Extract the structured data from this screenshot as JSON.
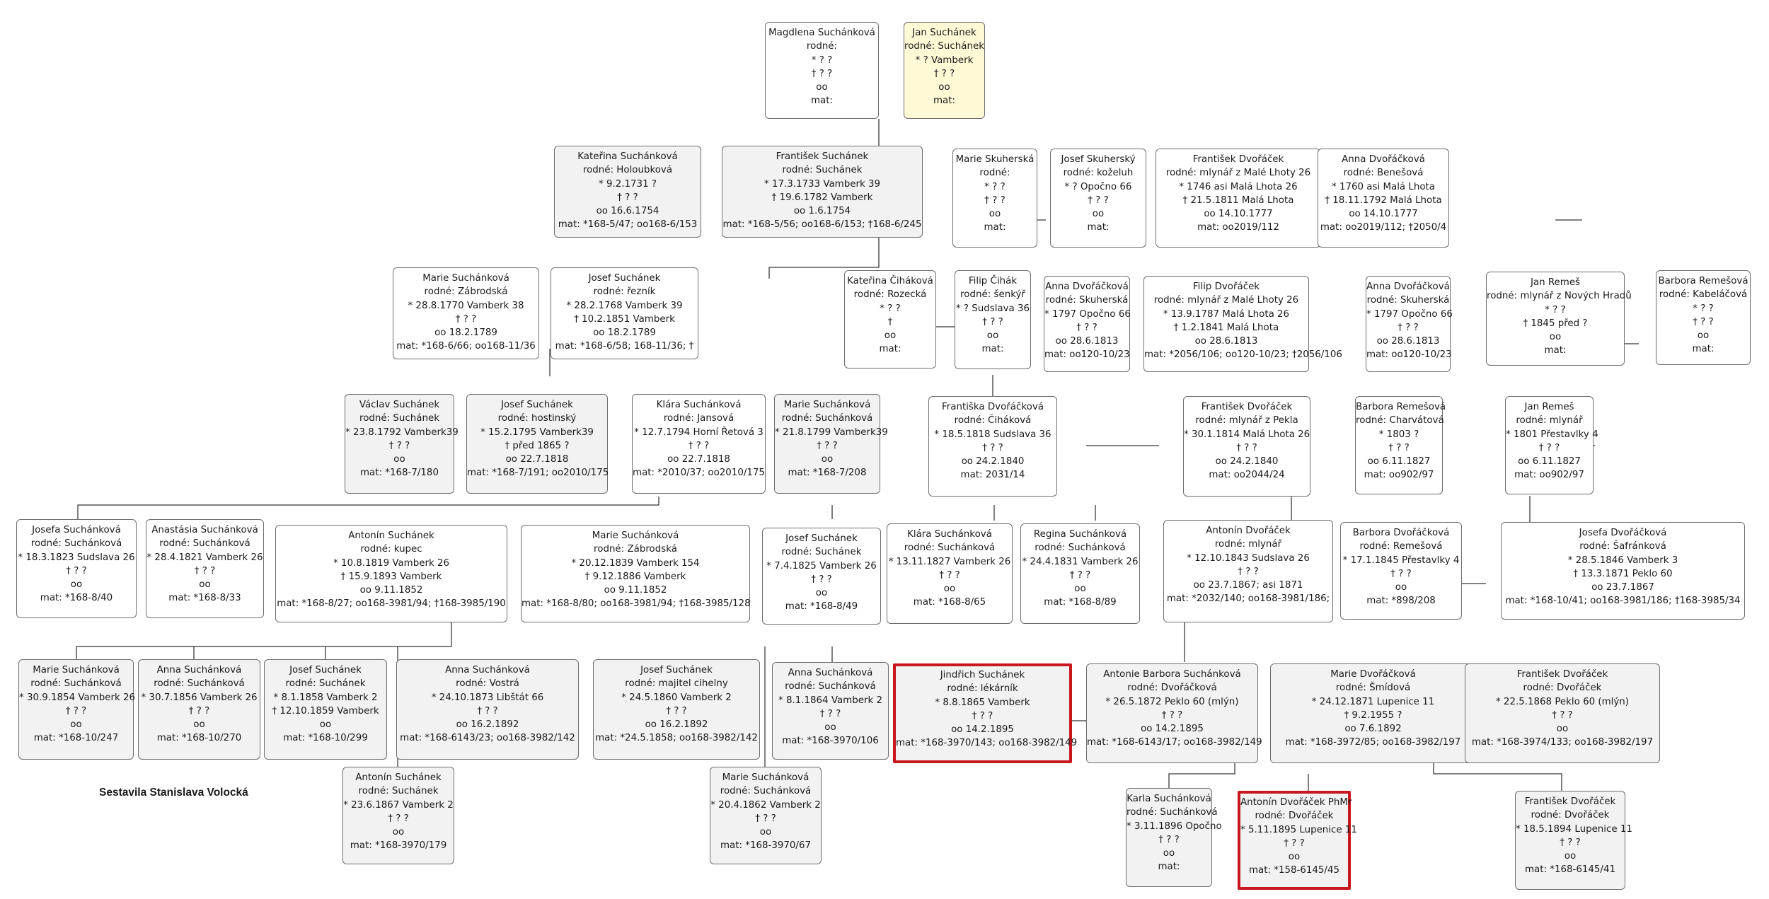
{
  "credit": "Sestavila Stanislava Volocká",
  "colors": {
    "box_grey": "#f2f2f2",
    "box_yellow": "#fff9d6",
    "box_white": "#ffffff",
    "highlight_border": "#c8171e",
    "line": "#000000"
  },
  "people": [
    {
      "id": "magdalena",
      "tint": "white",
      "lines": [
        "Magdlena Suchánková",
        "rodné:",
        "* ? ?",
        "† ? ?",
        "oo",
        "mat:"
      ]
    },
    {
      "id": "jan-suchanek",
      "tint": "yellow",
      "lines": [
        "Jan Suchánek",
        "rodné: Suchánek",
        "* ? Vamberk",
        "† ? ?",
        "oo",
        "mat:"
      ]
    },
    {
      "id": "katerina-sk",
      "tint": "grey",
      "lines": [
        "Kateřina Suchánková",
        "rodné: Holoubková",
        "* 9.2.1731 ?",
        "† ? ?",
        "oo 16.6.1754",
        "mat: *168-5/47; oo168-6/153"
      ]
    },
    {
      "id": "frantisek-s",
      "tint": "grey",
      "lines": [
        "František Suchánek",
        "rodné: Suchánek",
        "* 17.3.1733 Vamberk 39",
        "† 19.6.1782 Vamberk",
        "oo 1.6.1754",
        "mat: *168-5/56; oo168-6/153; †168-6/245"
      ]
    },
    {
      "id": "marie-skuherska",
      "tint": "white",
      "lines": [
        "Marie Skuherská",
        "rodné:",
        "* ? ?",
        "† ? ?",
        "oo",
        "mat:"
      ]
    },
    {
      "id": "josef-skuhersky",
      "tint": "white",
      "lines": [
        "Josef Skuherský",
        "rodné: koželuh",
        "* ? Opočno 66",
        "† ? ?",
        "oo",
        "mat:"
      ]
    },
    {
      "id": "frantisek-dv-1746",
      "tint": "white",
      "lines": [
        "František Dvořáček",
        "rodné: mlynář z Malé Lhoty 26",
        "* 1746 asi Malá Lhota 26",
        "† 21.5.1811 Malá Lhota",
        "oo 14.10.1777",
        "mat: oo2019/112"
      ]
    },
    {
      "id": "anna-dv-1760",
      "tint": "white",
      "lines": [
        "Anna Dvořáčková",
        "rodné: Benešová",
        "* 1760 asi Malá Lhota",
        "† 18.11.1792 Malá Lhota",
        "oo 14.10.1777",
        "mat: oo2019/112; †2050/4"
      ]
    },
    {
      "id": "marie-sk-1770",
      "tint": "white",
      "lines": [
        "Marie Suchánková",
        "rodné: Zábrodská",
        "* 28.8.1770 Vamberk 38",
        "† ? ?",
        "oo 18.2.1789",
        "mat: *168-6/66; oo168-11/36"
      ]
    },
    {
      "id": "josef-s-1768",
      "tint": "white",
      "lines": [
        "Josef Suchánek",
        "rodné: řezník",
        "* 28.2.1768 Vamberk 39",
        "† 10.2.1851 Vamberk",
        "oo 18.2.1789",
        "mat: *168-6/58; 168-11/36; †"
      ]
    },
    {
      "id": "katerina-cihakova",
      "tint": "white",
      "lines": [
        "Kateřina Čiháková",
        "rodné: Rozecká",
        "* ? ?",
        "†",
        "oo",
        "mat:"
      ]
    },
    {
      "id": "filip-cihak",
      "tint": "white",
      "lines": [
        "Filip Čihák",
        "rodné: šenkýř",
        "* ? Sudslava 36",
        "† ? ?",
        "oo",
        "mat:"
      ]
    },
    {
      "id": "anna-dv-skuherska-a",
      "tint": "white",
      "lines": [
        "Anna Dvořáčková",
        "rodné: Skuherská",
        "* 1797 Opočno 66",
        "† ? ?",
        "oo 28.6.1813",
        "mat: oo120-10/23"
      ]
    },
    {
      "id": "filip-dv",
      "tint": "white",
      "lines": [
        "Filip Dvořáček",
        "rodné: mlynář z Malé Lhoty 26",
        "* 13.9.1787 Malá Lhota 26",
        "† 1.2.1841 Malá Lhota",
        "oo 28.6.1813",
        "mat: *2056/106; oo120-10/23; †2056/106"
      ]
    },
    {
      "id": "anna-dv-skuherska-b",
      "tint": "white",
      "lines": [
        "Anna Dvořáčková",
        "rodné: Skuherská",
        "* 1797 Opočno 66",
        "† ? ?",
        "oo 28.6.1813",
        "mat: oo120-10/23"
      ]
    },
    {
      "id": "jan-remes-1",
      "tint": "white",
      "lines": [
        "Jan Remeš",
        "rodné: mlynář z Nových Hradů",
        "* ? ?",
        "† 1845 před ?",
        "oo",
        "mat:"
      ]
    },
    {
      "id": "barbora-remesova-kabelacova",
      "tint": "white",
      "lines": [
        "Barbora Remešová",
        "rodné: Kabeláčová",
        "* ? ?",
        "† ? ?",
        "oo",
        "mat:"
      ]
    },
    {
      "id": "vaclav-s",
      "tint": "grey",
      "lines": [
        "Václav Suchánek",
        "rodné: Suchánek",
        "* 23.8.1792 Vamberk39",
        "† ? ?",
        "oo",
        "mat: *168-7/180"
      ]
    },
    {
      "id": "josef-s-hostinsky",
      "tint": "grey",
      "lines": [
        "Josef Suchánek",
        "rodné: hostinský",
        "* 15.2.1795 Vamberk39",
        "† před 1865 ?",
        "oo 22.7.1818",
        "mat: *168-7/191; oo2010/175"
      ]
    },
    {
      "id": "klara-sk-1794",
      "tint": "white",
      "lines": [
        "Klára Suchánková",
        "rodné: Jansová",
        "* 12.7.1794 Horní Řetová 3",
        "† ? ?",
        "oo 22.7.1818",
        "mat: *2010/37; oo2010/175"
      ]
    },
    {
      "id": "marie-sk-1799",
      "tint": "grey",
      "lines": [
        "Marie Suchánková",
        "rodné: Suchánková",
        "* 21.8.1799 Vamberk39",
        "† ? ?",
        "oo",
        "mat: *168-7/208"
      ]
    },
    {
      "id": "frantiska-dv",
      "tint": "white",
      "lines": [
        "Františka Dvořáčková",
        "rodné: Čiháková",
        "* 18.5.1818 Sudslava 36",
        "† ? ?",
        "oo 24.2.1840",
        "mat: 2031/14"
      ]
    },
    {
      "id": "frantisek-dv-1814",
      "tint": "white",
      "lines": [
        "František Dvořáček",
        "rodné: mlynář z Pekla",
        "* 30.1.1814 Malá Lhota 26",
        "† ? ?",
        "oo 24.2.1840",
        "mat: oo2044/24"
      ]
    },
    {
      "id": "barbora-remesova-charvatova",
      "tint": "white",
      "lines": [
        "Barbora Remešová",
        "rodné: Charvátová",
        "* 1803 ?",
        "† ? ?",
        "oo 6.11.1827",
        "mat: oo902/97"
      ]
    },
    {
      "id": "jan-remes-2",
      "tint": "white",
      "lines": [
        "Jan Remeš",
        "rodné: mlynář",
        "* 1801 Přestavlky 4",
        "† ? ?",
        "oo 6.11.1827",
        "mat: oo902/97"
      ]
    },
    {
      "id": "josefa-sk-1823",
      "tint": "white",
      "lines": [
        "Josefa Suchánková",
        "rodné: Suchánková",
        "* 18.3.1823 Sudslava 26",
        "† ? ?",
        "oo",
        "mat: *168-8/40"
      ]
    },
    {
      "id": "anastasia-sk",
      "tint": "white",
      "lines": [
        "Anastásia Suchánková",
        "rodné: Suchánková",
        "* 28.4.1821 Vamberk 26",
        "† ? ?",
        "oo",
        "mat: *168-8/33"
      ]
    },
    {
      "id": "antonin-s-kupec",
      "tint": "white",
      "lines": [
        "Antonín Suchánek",
        "rodné: kupec",
        "* 10.8.1819 Vamberk 26",
        "† 15.9.1893 Vamberk",
        "oo 9.11.1852",
        "mat: *168-8/27; oo168-3981/94; †168-3985/190"
      ]
    },
    {
      "id": "marie-sk-1839",
      "tint": "white",
      "lines": [
        "Marie Suchánková",
        "rodné: Zábrodská",
        "* 20.12.1839 Vamberk 154",
        "† 9.12.1886 Vamberk",
        "oo 9.11.1852",
        "mat: *168-8/80; oo168-3981/94; †168-3985/128"
      ]
    },
    {
      "id": "josef-s-1825",
      "tint": "white",
      "lines": [
        "Josef Suchánek",
        "rodné: Suchánek",
        "* 7.4.1825 Vamberk 26",
        "† ? ?",
        "oo",
        "mat: *168-8/49"
      ]
    },
    {
      "id": "klara-sk-1827",
      "tint": "white",
      "lines": [
        "Klára Suchánková",
        "rodné: Suchánková",
        "* 13.11.1827 Vamberk 26",
        "† ? ?",
        "oo",
        "mat: *168-8/65"
      ]
    },
    {
      "id": "regina-sk",
      "tint": "white",
      "lines": [
        "Regina Suchánková",
        "rodné: Suchánková",
        "* 24.4.1831 Vamberk 26",
        "† ? ?",
        "oo",
        "mat: *168-8/89"
      ]
    },
    {
      "id": "antonin-dv-1843",
      "tint": "white",
      "lines": [
        "Antonín Dvořáček",
        "rodné: mlynář",
        "* 12.10.1843 Sudslava 26",
        "† ? ?",
        "oo 23.7.1867;  asi 1871",
        "mat: *2032/140; oo168-3981/186;"
      ]
    },
    {
      "id": "barbora-dv-1845",
      "tint": "white",
      "lines": [
        "Barbora Dvořáčková",
        "rodné: Remešová",
        "* 17.1.1845 Přestavlky 4",
        "† ? ?",
        "oo",
        "mat: *898/208"
      ]
    },
    {
      "id": "josefa-dv-1846",
      "tint": "white",
      "lines": [
        "Josefa Dvořáčková",
        "rodné: Šafránková",
        "* 28.5.1846 Vamberk 3",
        "† 13.3.1871 Peklo 60",
        "oo 23.7.1867",
        "mat: *168-10/41; oo168-3981/186; †168-3985/34"
      ]
    },
    {
      "id": "marie-sk-1854",
      "tint": "grey",
      "lines": [
        "Marie Suchánková",
        "rodné: Suchánková",
        "* 30.9.1854 Vamberk 26",
        "† ? ?",
        "oo",
        "mat: *168-10/247"
      ]
    },
    {
      "id": "anna-sk-1856",
      "tint": "grey",
      "lines": [
        "Anna Suchánková",
        "rodné: Suchánková",
        "* 30.7.1856 Vamberk 26",
        "† ? ?",
        "oo",
        "mat: *168-10/270"
      ]
    },
    {
      "id": "josef-s-1858",
      "tint": "grey",
      "lines": [
        "Josef Suchánek",
        "rodné: Suchánek",
        "* 8.1.1858 Vamberk 2",
        "† 12.10.1859 Vamberk",
        "oo",
        "mat: *168-10/299"
      ]
    },
    {
      "id": "anna-sk-vostra",
      "tint": "grey",
      "lines": [
        "Anna Suchánková",
        "rodné: Vostrá",
        "* 24.10.1873 Libštát 66",
        "† ? ?",
        "oo 16.2.1892",
        "mat: *168-6143/23; oo168-3982/142"
      ]
    },
    {
      "id": "josef-s-1860",
      "tint": "grey",
      "lines": [
        "Josef Suchánek",
        "rodné: majitel cihelny",
        "* 24.5.1860 Vamberk 2",
        "† ? ?",
        "oo 16.2.1892",
        "mat: *24.5.1858; oo168-3982/142"
      ]
    },
    {
      "id": "anna-sk-1864",
      "tint": "grey",
      "lines": [
        "Anna Suchánková",
        "rodné: Suchánková",
        "* 8.1.1864 Vamberk 2",
        "† ? ?",
        "oo",
        "mat: *168-3970/106"
      ]
    },
    {
      "id": "jindrich-s",
      "tint": "grey",
      "highlight": true,
      "lines": [
        "Jindřich Suchánek",
        "rodné: lékárník",
        "* 8.8.1865 Vamberk",
        "† ? ?",
        "oo 14.2.1895",
        "mat: *168-3970/143; oo168-3982/149"
      ]
    },
    {
      "id": "antonie-barbora",
      "tint": "grey",
      "lines": [
        "Antonie Barbora Suchánková",
        "rodné: Dvořáčková",
        "* 26.5.1872 Peklo 60 (mlýn)",
        "† ? ?",
        "oo 14.2.1895",
        "mat: *168-6143/17; oo168-3982/149"
      ]
    },
    {
      "id": "marie-dv-smidova",
      "tint": "grey",
      "lines": [
        "Marie Dvořáčková",
        "rodné: Šmídová",
        "* 24.12.1871 Lupenice 11",
        "† 9.2.1955 ?",
        "oo 7.6.1892",
        "mat: *168-3972/85; oo168-3982/197"
      ]
    },
    {
      "id": "frantisek-dv-1868",
      "tint": "grey",
      "lines": [
        "František Dvořáček",
        "rodné: Dvořáček",
        "* 22.5.1868 Peklo 60 (mlýn)",
        "† ? ?",
        "oo",
        "mat: *168-3974/133; oo168-3982/197"
      ]
    },
    {
      "id": "antonin-s-1867",
      "tint": "grey",
      "lines": [
        "Antonín Suchánek",
        "rodné: Suchánek",
        "* 23.6.1867 Vamberk 2",
        "† ? ?",
        "oo",
        "mat: *168-3970/179"
      ]
    },
    {
      "id": "marie-sk-1862",
      "tint": "grey",
      "lines": [
        "Marie Suchánková",
        "rodné: Suchánková",
        "* 20.4.1862 Vamberk 2",
        "† ? ?",
        "oo",
        "mat: *168-3970/67"
      ]
    },
    {
      "id": "karla-sk",
      "tint": "grey",
      "lines": [
        "Karla Suchánková",
        "rodné: Suchánková",
        "* 3.11.1896 Opočno",
        "† ? ?",
        "oo",
        "mat:"
      ]
    },
    {
      "id": "antonin-dv-phmr",
      "tint": "grey",
      "highlight": true,
      "lines": [
        "Antonín Dvořáček PhMr",
        "rodné: Dvořáček",
        "* 5.11.1895 Lupenice 11",
        "† ? ?",
        "oo",
        "mat: *158-6145/45"
      ]
    },
    {
      "id": "frantisek-dv-1894",
      "tint": "grey",
      "lines": [
        "František Dvořáček",
        "rodné: Dvořáček",
        "* 18.5.1894 Lupenice 11",
        "† ? ?",
        "oo",
        "mat: *168-6145/41"
      ]
    }
  ]
}
